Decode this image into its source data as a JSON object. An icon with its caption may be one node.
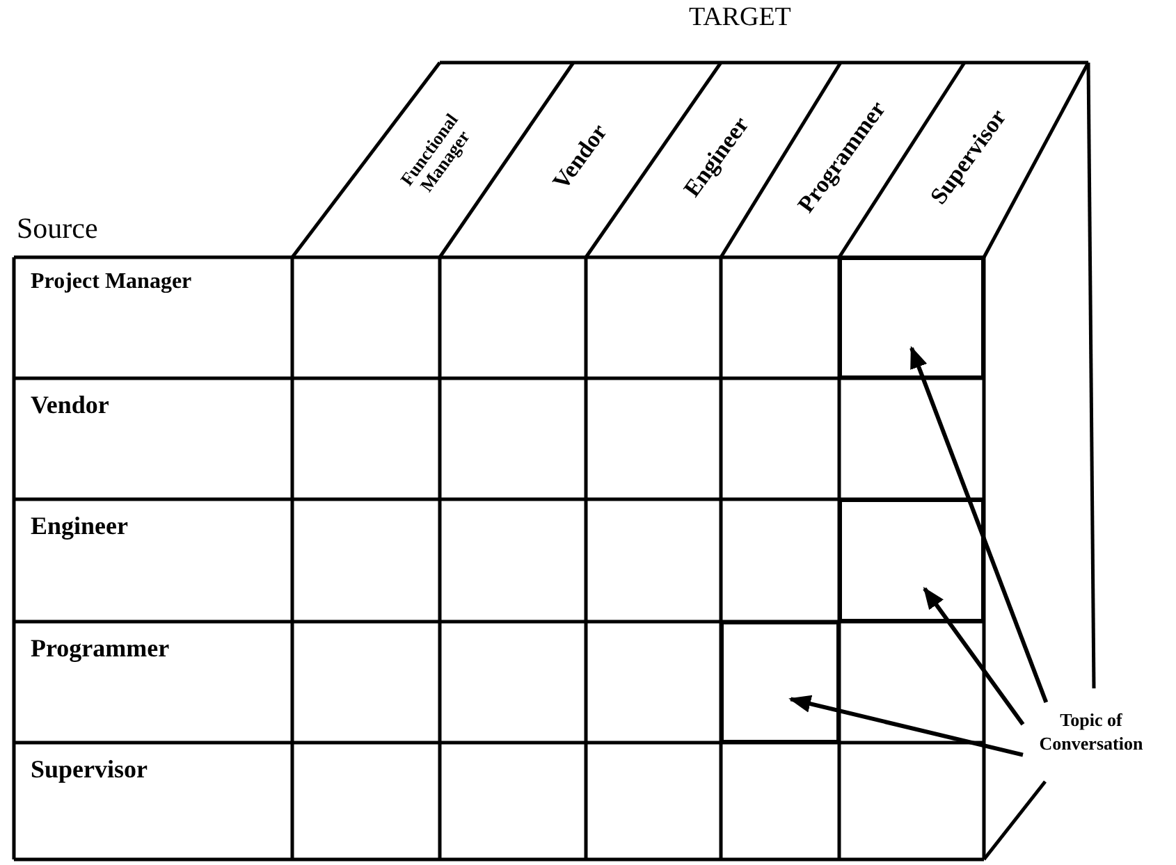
{
  "diagram": {
    "nodes": [
      {
        "text": [
          "Topic of Conversation"
        ]
      },
      {
        "text": [],
        "shape": "box"
      },
      {
        "text": [],
        "shape": "box"
      },
      {
        "text": [],
        "shape": "box"
      }
    ],
    "edges": [
      {
        "from": 0,
        "to": 1,
        "arrow": "to"
      },
      {
        "from": 0,
        "to": 2,
        "arrow": "to"
      },
      {
        "from": 0,
        "to": 3,
        "arrow": "to"
      }
    ],
    "labels": [
      "TARGET",
      "Source",
      "Functional Manager",
      "Vendor",
      "Engineer",
      "Programmer",
      "Supervisor",
      "Project Manager",
      "Vendor",
      "Engineer",
      "Programmer",
      "Supervisor"
    ]
  }
}
